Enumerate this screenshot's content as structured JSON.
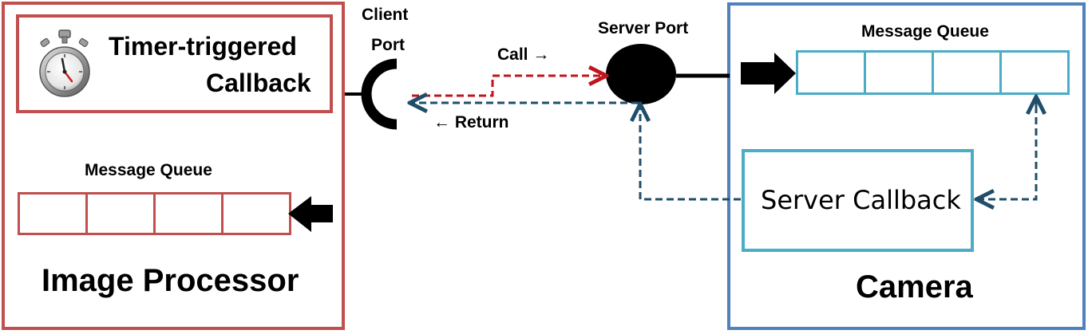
{
  "image_processor": {
    "title": "Image Processor",
    "timer_callback": {
      "line1": "Timer-triggered",
      "line2": "Callback",
      "icon": "stopwatch-icon"
    },
    "message_queue": {
      "label": "Message Queue",
      "slots": 4
    }
  },
  "client_port": {
    "line1": "Client",
    "line2": "Port"
  },
  "server_port": {
    "label": "Server Port"
  },
  "arrows": {
    "call": "Call →",
    "return": "← Return"
  },
  "camera": {
    "title": "Camera",
    "message_queue": {
      "label": "Message Queue",
      "slots": 4
    },
    "server_callback": {
      "label": "Server Callback"
    }
  },
  "colors": {
    "image_processor_border": "#c0504d",
    "camera_border": "#4f81bd",
    "camera_inner": "#4bacc6",
    "call_arrow": "#c0141e",
    "return_arrow": "#1f4e6b"
  }
}
